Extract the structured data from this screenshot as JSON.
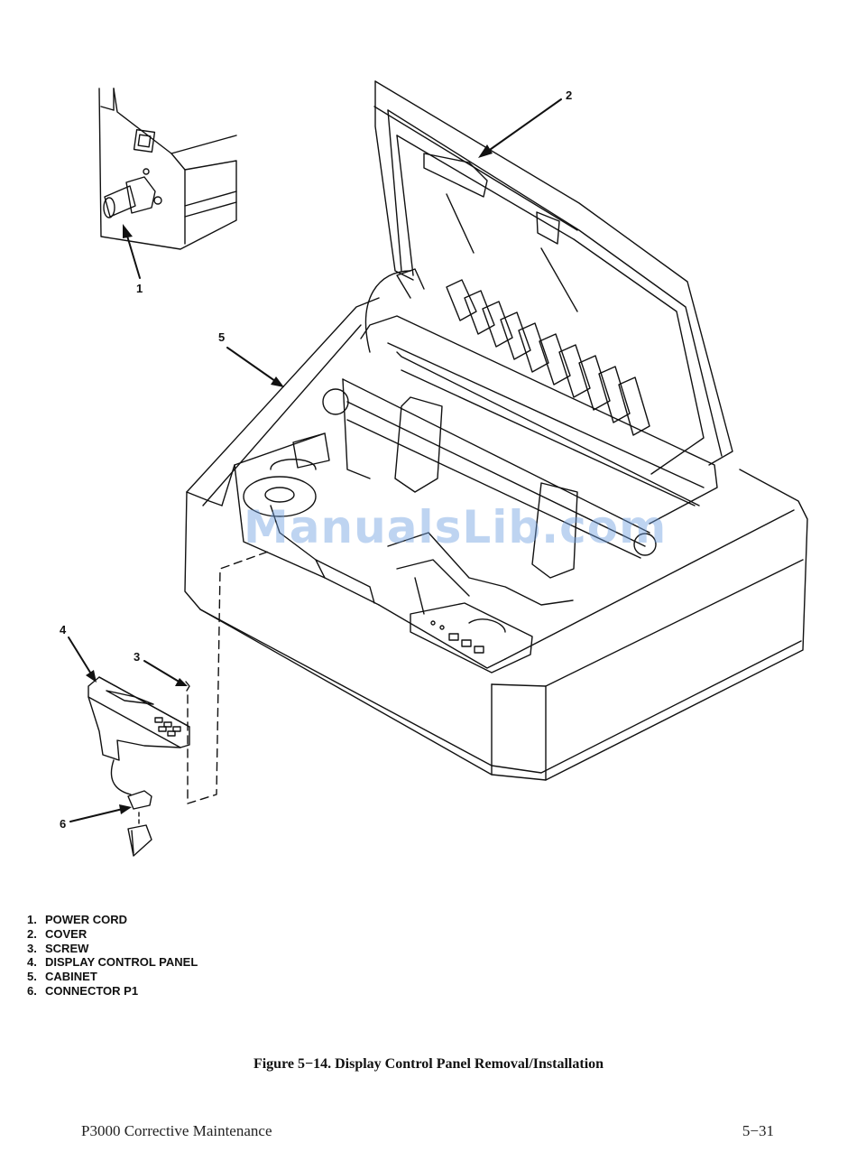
{
  "figure": {
    "callouts": [
      "1",
      "2",
      "3",
      "4",
      "5",
      "6"
    ],
    "watermark": "ManualsLib.com"
  },
  "legend": {
    "items": [
      {
        "num": "1.",
        "label": "POWER CORD"
      },
      {
        "num": "2.",
        "label": "COVER"
      },
      {
        "num": "3.",
        "label": "SCREW"
      },
      {
        "num": "4.",
        "label": "DISPLAY CONTROL PANEL"
      },
      {
        "num": "5.",
        "label": "CABINET"
      },
      {
        "num": "6.",
        "label": "CONNECTOR P1"
      }
    ]
  },
  "caption": "Figure 5−14. Display Control Panel Removal/Installation",
  "footer": {
    "left": "P3000 Corrective Maintenance",
    "right": "5−31"
  }
}
